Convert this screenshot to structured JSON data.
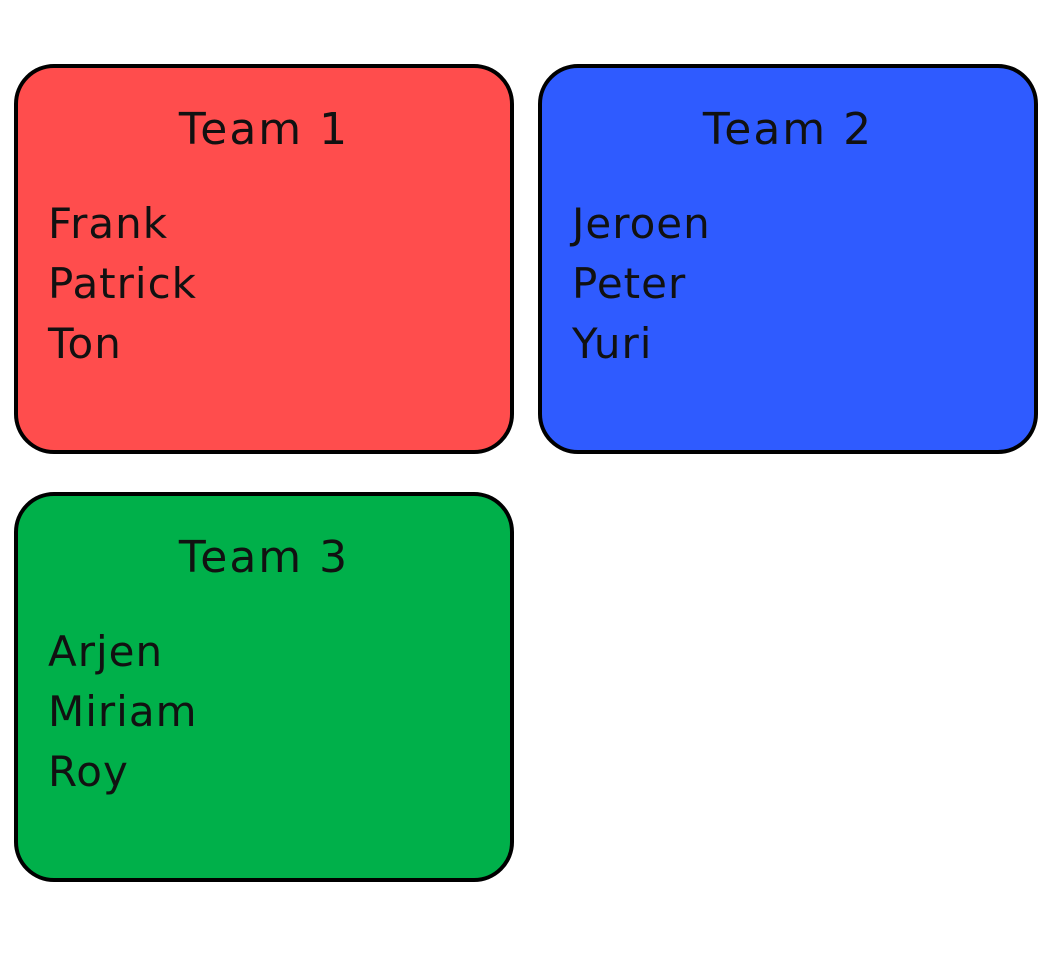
{
  "teams": [
    {
      "title": "Team 1",
      "color": "#FF4D4D",
      "members": [
        "Frank",
        "Patrick",
        "Ton"
      ]
    },
    {
      "title": "Team 2",
      "color": "#2F5BFF",
      "members": [
        "Jeroen",
        "Peter",
        "Yuri"
      ]
    },
    {
      "title": "Team 3",
      "color": "#00B04A",
      "members": [
        "Arjen",
        "Miriam",
        "Roy"
      ]
    }
  ]
}
